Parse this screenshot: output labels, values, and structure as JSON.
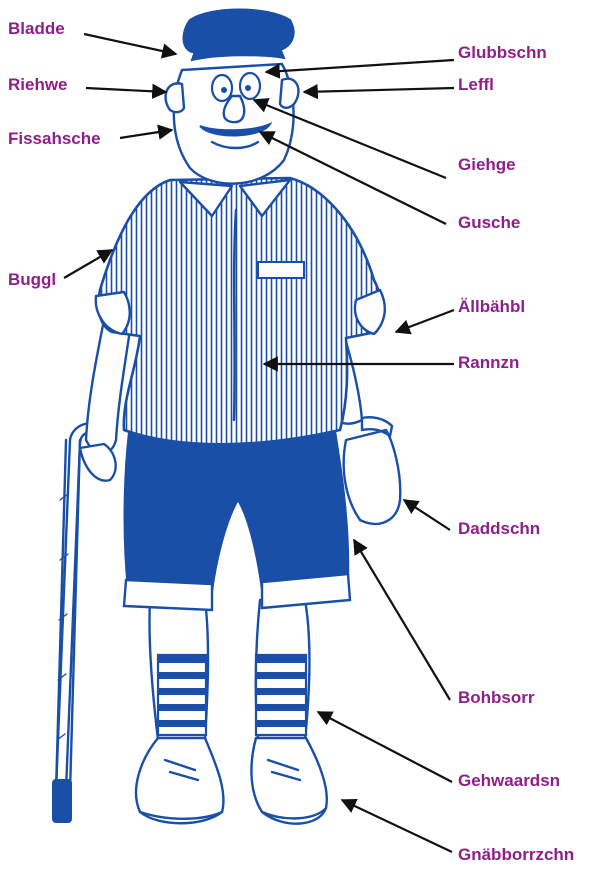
{
  "colors": {
    "label": "#8e1f8a",
    "ink": "#1a4fa8",
    "arrow": "#111111",
    "background": "#ffffff"
  },
  "labels": {
    "bladde": "Bladde",
    "riehwe": "Riehwe",
    "fissahsche": "Fissahsche",
    "buggl": "Buggl",
    "glubbschn": "Glubbschn",
    "leffl": "Leffl",
    "giehge": "Giehge",
    "gusche": "Gusche",
    "allbahbl": "Ällbähbl",
    "rannzn": "Rannzn",
    "daddschn": "Daddschn",
    "bohbsorr": "Bohbsorr",
    "gehwaardsn": "Gehwaardsn",
    "gnabborrzchn": "Gnäbborrzchn"
  }
}
